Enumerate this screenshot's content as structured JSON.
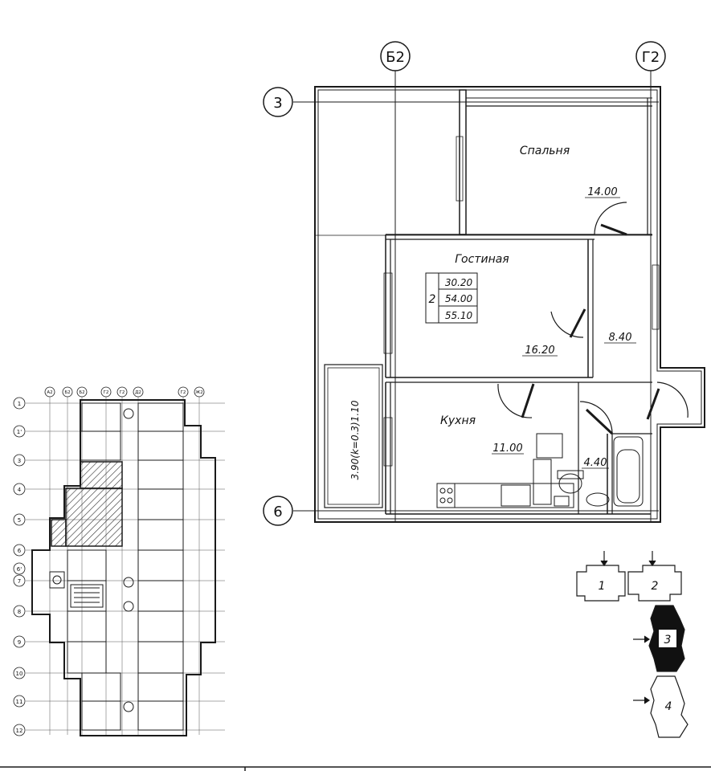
{
  "axes": {
    "col_b2": "Б2",
    "col_g2": "Г2",
    "row_3": "3",
    "row_6": "6"
  },
  "rooms": {
    "bedroom": {
      "name": "Спальня",
      "area": "14.00"
    },
    "living": {
      "name": "Гостиная",
      "area": "16.20"
    },
    "kitchen": {
      "name": "Кухня",
      "area": "11.00"
    },
    "hall": {
      "area": "8.40"
    },
    "bath": {
      "area": "4.40"
    },
    "balcony": {
      "area": "3.90(k=0.3)1.10"
    }
  },
  "apartment": {
    "rooms_count": "2",
    "living_area": "30.20",
    "total_area": "54.00",
    "total_area_balcony": "55.10"
  },
  "key_plan": {
    "sections": [
      "1",
      "2",
      "3",
      "4"
    ],
    "highlighted_section": "3"
  },
  "floor_plan_axes": {
    "top": [
      "А2",
      "Б2",
      "Б2",
      "Г2",
      "Г2",
      "Д2",
      "Г2",
      "Ж2"
    ],
    "rows": [
      "1",
      "1'",
      "3",
      "4",
      "5",
      "6",
      "6'",
      "7",
      "8",
      "9",
      "10",
      "11",
      "12"
    ]
  },
  "colors": {
    "line": "#1a1a1a",
    "section_fill": "#111111",
    "hatch": "#333333"
  }
}
